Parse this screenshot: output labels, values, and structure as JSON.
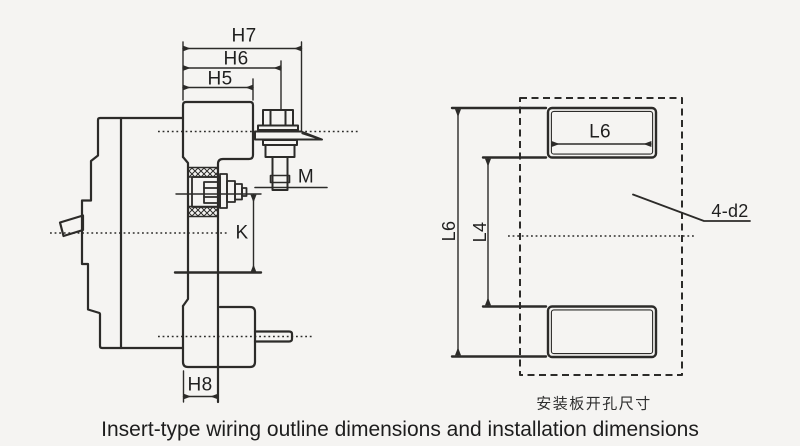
{
  "figure": {
    "caption": "Insert-type wiring outline dimensions and installation dimensions"
  },
  "outline_drawing": {
    "description": "side view of insert-type wiring breaker with terminal studs",
    "dimensions": {
      "h7": "H7",
      "h6": "H6",
      "h5": "H5",
      "m": "M",
      "k": "K",
      "h8": "H8"
    }
  },
  "installation_drawing": {
    "subtitle_zh": "安装板开孔尺寸",
    "dimensions": {
      "slot_width": "L6",
      "outer_span": "L6",
      "inner_span": "L4",
      "holes": "4-d2"
    }
  },
  "colors": {
    "background": "#f5f4f2",
    "line": "#2c2b29",
    "text": "#1f1f1f"
  }
}
